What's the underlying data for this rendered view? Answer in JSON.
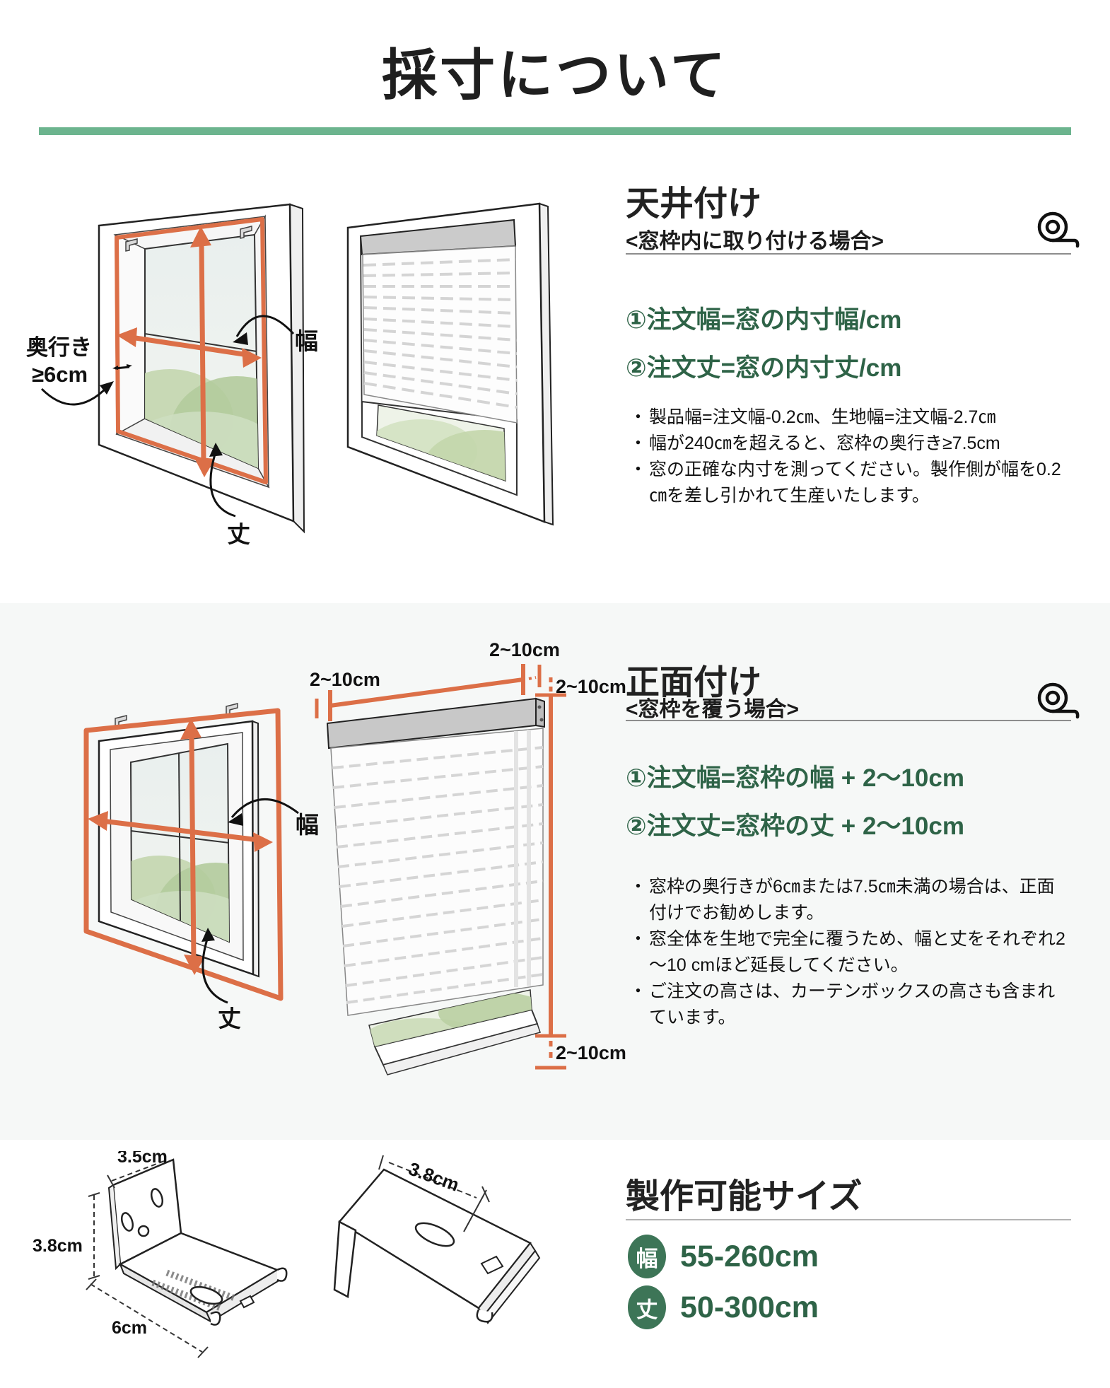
{
  "ui": {
    "bullet": "・"
  },
  "header": {
    "title": "採寸について"
  },
  "section1": {
    "heading": "天井付け",
    "subheading": "<窓枠内に取り付ける場合>",
    "formulas": [
      "①注文幅=窓の内寸幅/cm",
      "②注文丈=窓の内寸丈/cm"
    ],
    "notes": [
      "製品幅=注文幅-0.2㎝、生地幅=注文幅-2.7㎝",
      "幅が240㎝を超えると、窓枠の奥行き≥7.5cm",
      "窓の正確な内寸を測ってください。製作側が幅を0.2㎝を差し引かれて生産いたします。"
    ],
    "diagram": {
      "depth_label": "奥行き",
      "depth_value": "≥6cm",
      "width_label": "幅",
      "height_label": "丈"
    }
  },
  "section2": {
    "heading": "正面付け",
    "subheading": "<窓枠を覆う場合>",
    "formulas": [
      "①注文幅=窓枠の幅 + 2～10cm",
      "②注文丈=窓枠の丈 + 2～10cm"
    ],
    "notes": [
      "窓枠の奥行きが6㎝または7.5㎝未満の場合は、正面付けでお勧めします。",
      "窓全体を生地で完全に覆うため、幅と丈をそれぞれ2～10 cmほど延長してください。",
      "ご注文の高さは、カーテンボックスの高さも含まれています。"
    ],
    "diagram": {
      "width_label": "幅",
      "height_label": "丈",
      "ext_top_left": "2~10cm",
      "ext_top_center": "2~10cm",
      "ext_top_right": "2~10cm",
      "ext_bottom": "2~10cm"
    }
  },
  "section3": {
    "heading": "製作可能サイズ",
    "sizes": [
      {
        "badge": "幅",
        "value": "55-260cm"
      },
      {
        "badge": "丈",
        "value": "50-300cm"
      }
    ],
    "bracket_front": {
      "top": "3.5cm",
      "side": "3.8cm",
      "bottom": "6cm"
    },
    "bracket_top": {
      "width": "3.8cm"
    }
  },
  "colors": {
    "accent_green": "#2e6347",
    "badge_green": "#3d7557",
    "title_bar_green": "#6cb48e",
    "measure_orange": "#dc6f47"
  }
}
